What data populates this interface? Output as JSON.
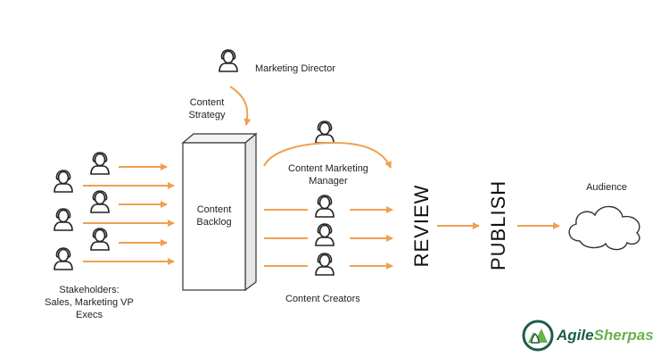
{
  "labels": {
    "marketing_director": "Marketing Director",
    "content_strategy_line1": "Content",
    "content_strategy_line2": "Strategy",
    "content_backlog_line1": "Content",
    "content_backlog_line2": "Backlog",
    "content_marketing_manager_line1": "Content Marketing",
    "content_marketing_manager_line2": "Manager",
    "stakeholders_line1": "Stakeholders:",
    "stakeholders_line2": "Sales, Marketing VP",
    "stakeholders_line3": "Execs",
    "content_creators": "Content Creators",
    "audience": "Audience"
  },
  "stages": {
    "review": "REVIEW",
    "publish": "PUBLISH"
  },
  "logo": {
    "part1": "Agile",
    "part2": "Sherpas",
    "color_dark": "#1e5c4a",
    "color_accent": "#6ab04c"
  },
  "colors": {
    "arrow": "#f0a050",
    "person": "#222222",
    "box": "#333333"
  }
}
